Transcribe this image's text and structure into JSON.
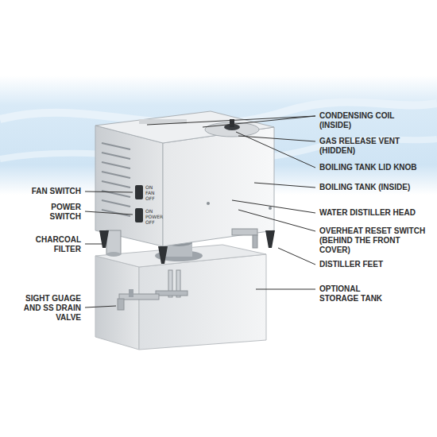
{
  "diagram": {
    "labels": [
      "CONDENSING COIL (INSIDE)",
      "GAS RELEASE VENT (HIDDEN)",
      "BOILING TANK LID KNOB",
      "BOILING TANK (INSIDE)",
      "WATER DISTILLER HEAD",
      "OVERHEAT RESET SWITCH (BEHIND THE FRONT COVER)",
      "DISTILLER FEET",
      "OPTIONAL STORAGE TANK",
      "FAN SWITCH",
      "POWER SWITCH",
      "CHARCOAL FILTER",
      "SIGHT GUAGE AND SS DRAIN VALVE",
      "ON",
      "FAN",
      "OFF",
      "ON",
      "POWER",
      "OFF"
    ]
  }
}
